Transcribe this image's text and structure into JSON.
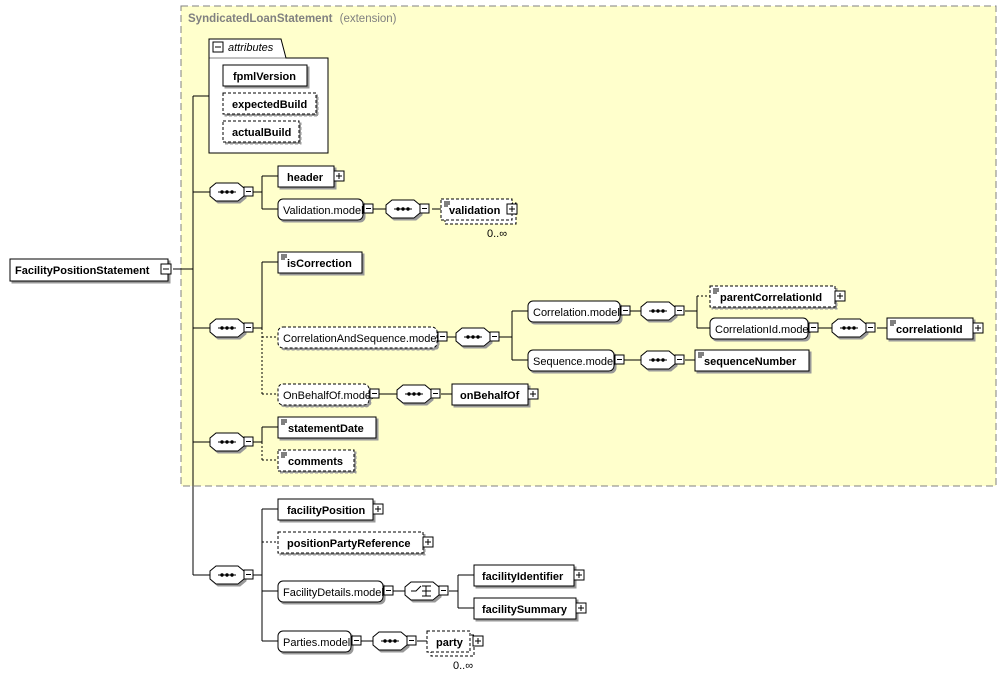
{
  "extension": {
    "type_name": "SyndicatedLoanStatement",
    "type_suffix": "(extension)"
  },
  "root": {
    "label": "FacilityPositionStatement"
  },
  "attributes": {
    "label": "attributes",
    "items": [
      "fpmlVersion",
      "expectedBuild",
      "actualBuild"
    ]
  },
  "elements": {
    "header": "header",
    "validation_model": "Validation.model",
    "validation": "validation",
    "validation_card": "0..∞",
    "is_correction": "isCorrection",
    "correlation_and_sequence_model": "CorrelationAndSequence.model",
    "correlation_model": "Correlation.model",
    "parent_correlation_id": "parentCorrelationId",
    "correlation_id_model": "CorrelationId.model",
    "correlation_id": "correlationId",
    "sequence_model": "Sequence.model",
    "sequence_number": "sequenceNumber",
    "on_behalf_of_model": "OnBehalfOf.model",
    "on_behalf_of": "onBehalfOf",
    "statement_date": "statementDate",
    "comments": "comments",
    "facility_position": "facilityPosition",
    "position_party_reference": "positionPartyReference",
    "facility_details_model": "FacilityDetails.model",
    "facility_identifier": "facilityIdentifier",
    "facility_summary": "facilitySummary",
    "parties_model": "Parties.model",
    "party": "party",
    "party_card": "0..∞"
  }
}
